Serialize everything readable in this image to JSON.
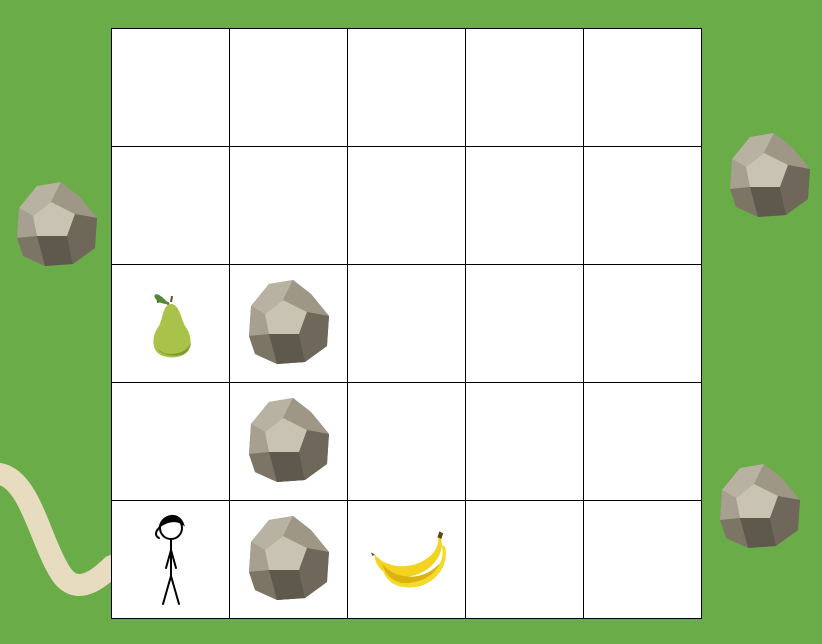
{
  "game": {
    "grid": {
      "rows": 5,
      "cols": 5
    },
    "colors": {
      "grass": "#6aac47",
      "board": "#ffffff",
      "grid_lines": "#000000",
      "path": "#e8dcc0"
    },
    "cells": [
      {
        "row": 2,
        "col": 0,
        "item": "pear-icon"
      },
      {
        "row": 2,
        "col": 1,
        "item": "rock-icon"
      },
      {
        "row": 3,
        "col": 1,
        "item": "rock-icon"
      },
      {
        "row": 4,
        "col": 0,
        "item": "stick-figure-player"
      },
      {
        "row": 4,
        "col": 1,
        "item": "rock-icon"
      },
      {
        "row": 4,
        "col": 2,
        "item": "bananas-icon"
      }
    ],
    "decorations": [
      "rock-icon",
      "rock-icon",
      "rock-icon",
      "dirt-path"
    ]
  }
}
